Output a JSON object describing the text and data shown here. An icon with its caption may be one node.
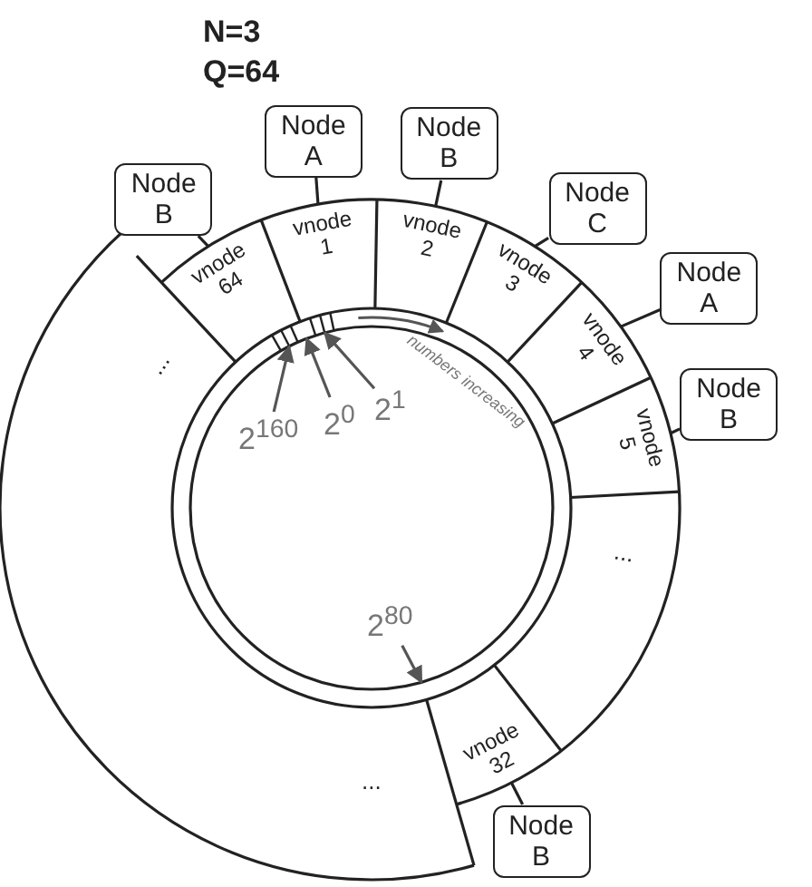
{
  "diagram": {
    "nodes": [
      {
        "text": [
          "Node B"
        ]
      },
      {
        "text": [
          "Node A"
        ]
      },
      {
        "text": [
          "Node B"
        ]
      },
      {
        "text": [
          "Node C"
        ]
      },
      {
        "text": [
          "Node A"
        ]
      },
      {
        "text": [
          "Node B"
        ]
      },
      {
        "text": [
          "vnode 64"
        ]
      },
      {
        "text": [
          "vnode 1"
        ]
      },
      {
        "text": [
          "vnode 2"
        ]
      },
      {
        "text": [
          "vnode 3"
        ]
      },
      {
        "text": [
          "vnode 4"
        ]
      },
      {
        "text": [
          "vnode 5"
        ]
      },
      {
        "text": [
          "2$^{160}$"
        ]
      },
      {
        "text": [
          "2$^{0}$"
        ]
      },
      {
        "text": [
          "2$^{1}$"
        ]
      },
      {
        "text": [
          "2$^{80}$"
        ]
      },
      {
        "text": [
          "vnode 32"
        ]
      },
      {
        "text": [
          "Node B"
        ]
      }
    ],
    "edges": [
      {
        "from": 0,
        "to": 6,
        "arrow": "none"
      },
      {
        "from": 1,
        "to": 7,
        "arrow": "none"
      },
      {
        "from": 2,
        "to": 8,
        "arrow": "none"
      },
      {
        "from": 3,
        "to": 9,
        "arrow": "none"
      },
      {
        "from": 4,
        "to": 10,
        "arrow": "none"
      },
      {
        "from": 5,
        "to": 11,
        "arrow": "none"
      },
      {
        "from": 17,
        "to": 16,
        "arrow": "none"
      },
      {
        "from": 12,
        "to": null,
        "arrow": "to"
      },
      {
        "from": 13,
        "to": null,
        "arrow": "to"
      },
      {
        "from": 14,
        "to": null,
        "arrow": "to"
      },
      {
        "from": 15,
        "to": null,
        "arrow": "to"
      }
    ],
    "labels": [
      "N=3",
      "Q=64",
      "...",
      "numbers increasing",
      "...",
      "..."
    ]
  }
}
